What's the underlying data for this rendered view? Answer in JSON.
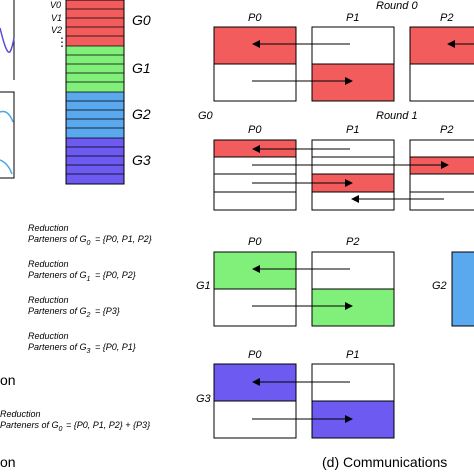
{
  "colors": {
    "red": "#f25c5c",
    "green": "#80f07a",
    "blue": "#5aa8ee",
    "purple": "#6d5af0",
    "line_blue": "#4aa8e8",
    "line_purple": "#5a4ad8"
  },
  "vector": {
    "labels": [
      "V0",
      "V1",
      "V2"
    ],
    "ellipsis": "⋮"
  },
  "groups": {
    "g0": "G0",
    "g1": "G1",
    "g2": "G2",
    "g3": "G3"
  },
  "partners": [
    {
      "line1": "Reduction",
      "line2": "Parteners of G",
      "sub": "0",
      "set": "= {P0, P1, P2}"
    },
    {
      "line1": "Reduction",
      "line2": "Parteners of G",
      "sub": "1",
      "set": "= {P0, P2}"
    },
    {
      "line1": "Reduction",
      "line2": "Parteners of G",
      "sub": "2",
      "set": "= {P3}"
    },
    {
      "line1": "Reduction",
      "line2": "Parteners of G",
      "sub": "3",
      "set": "= {P0, P1}"
    }
  ],
  "left_bottom": {
    "reduction": "Reduction",
    "parteners_g0": "Parteners of G",
    "g0_sub": "0",
    "set": "= {P0, P1, P2} + {P3}",
    "cut_on": "on",
    "cut_on_bottom": "on"
  },
  "rounds": {
    "round0": "Round 0",
    "round1": "Round 1"
  },
  "procs": {
    "p0": "P0",
    "p1": "P1",
    "p2": "P2"
  },
  "caption": "(d) Communications"
}
